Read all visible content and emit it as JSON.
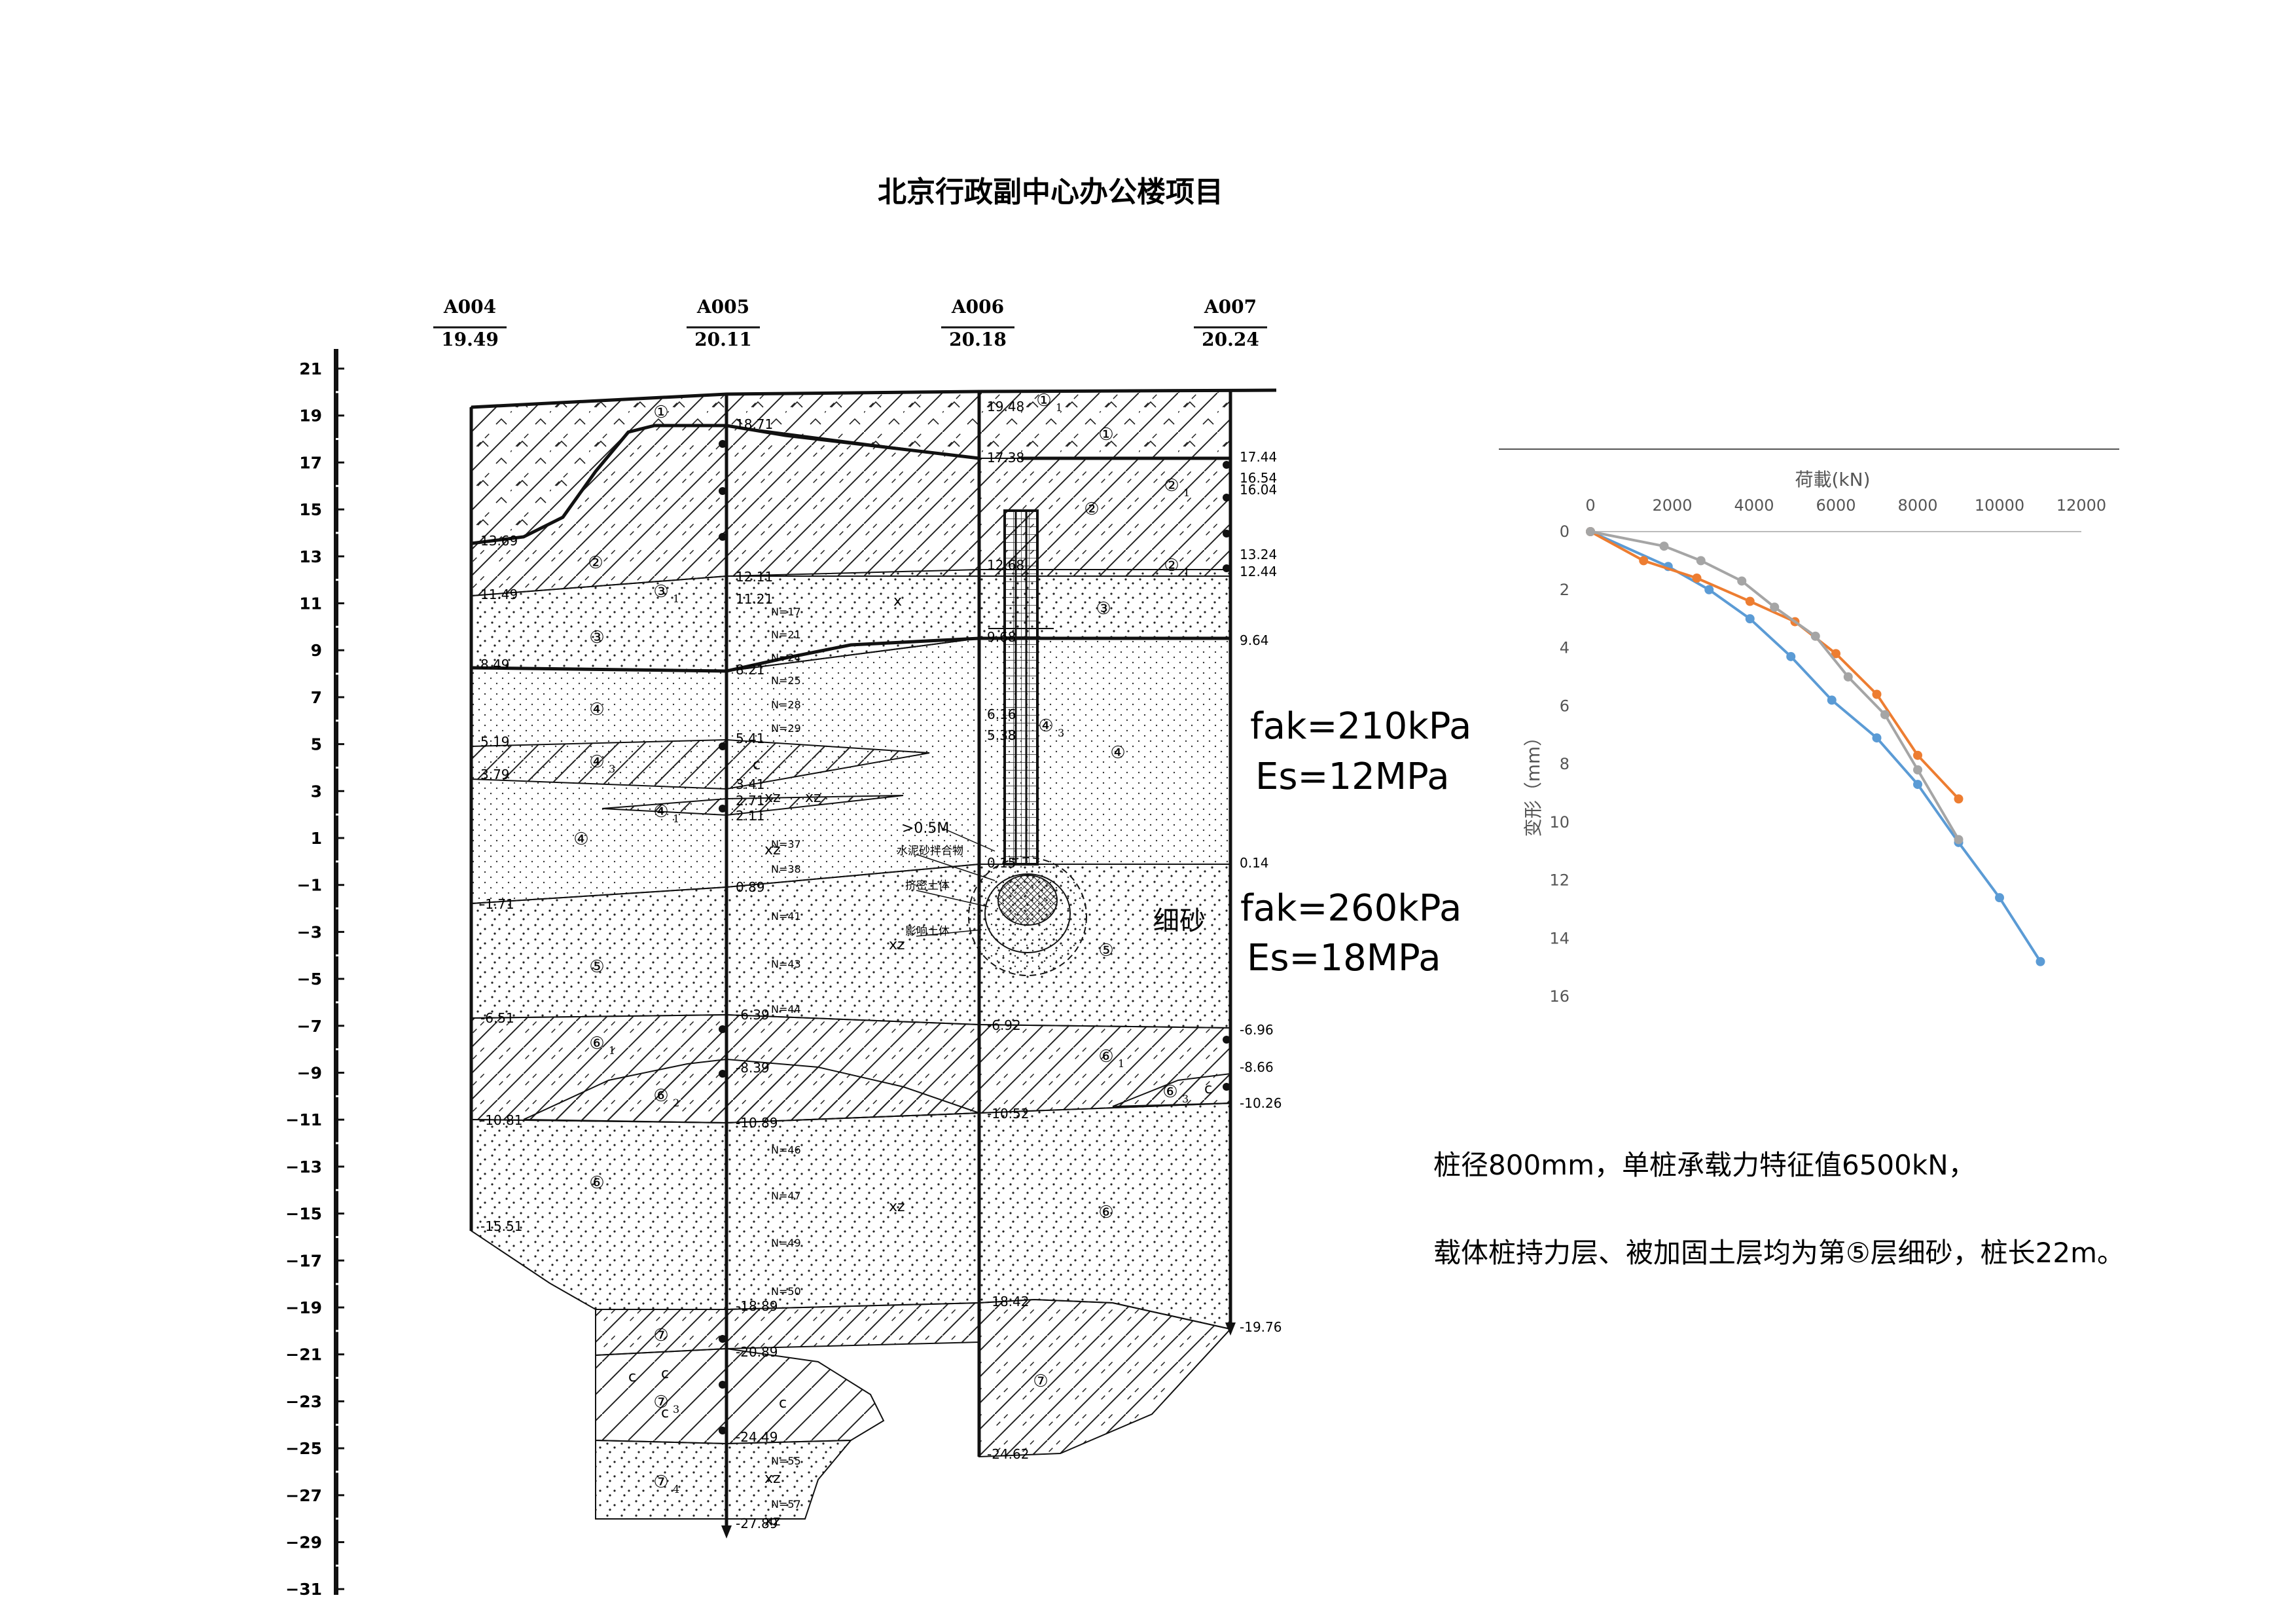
{
  "title": "北京行政副中心办公楼项目",
  "boreholes": [
    {
      "name": "A004",
      "elev": "19.49"
    },
    {
      "name": "A005",
      "elev": "20.11"
    },
    {
      "name": "A006",
      "elev": "20.18"
    },
    {
      "name": "A007",
      "elev": "20.24"
    }
  ],
  "scale_labels": [
    "21",
    "19",
    "17",
    "15",
    "13",
    "11",
    "9",
    "7",
    "5",
    "3",
    "1",
    "−1",
    "−3",
    "−5",
    "−7",
    "−9",
    "−11",
    "−13",
    "−15",
    "−17",
    "−19",
    "−21",
    "−23",
    "−25",
    "−27",
    "−29",
    "−31"
  ],
  "depth_labels": {
    "a004": [
      "13.69",
      "11.49",
      "8.49",
      "5.19",
      "3.79",
      "-1.71",
      "-6.51",
      "-10.81",
      "-15.51"
    ],
    "a005": [
      "18.71",
      "12.11",
      "11.21",
      "8.21",
      "5.41",
      "3.41",
      "2.71",
      "2.11",
      "0.89",
      "-6.39",
      "-8.39",
      "-10.89",
      "-18.89",
      "-20.89",
      "-24.49",
      "-27.89"
    ],
    "a006": [
      "19.48",
      "17.38",
      "12.68",
      "9.68",
      "6.16",
      "5.38",
      "0.15",
      "-6.92",
      "-10.52",
      "-18.42",
      "-24.62"
    ],
    "a007": [
      "17.44",
      "16.54",
      "16.04",
      "13.24",
      "12.44",
      "9.64",
      "0.14",
      "-6.96",
      "-8.66",
      "-10.26",
      "-19.76"
    ]
  },
  "n_values": [
    "N=17",
    "N=21",
    "N=24",
    "N=25",
    "N=28",
    "N=29",
    "N=37",
    "N=38",
    "N=41",
    "N=43",
    "N=44",
    "N=46",
    "N=47",
    "N=49",
    "N=50",
    "N=55",
    "N=57"
  ],
  "layer_labels": {
    "l1": "①",
    "l1_1": "①",
    "l2": "②",
    "l2_1": "②",
    "l3": "③",
    "l3_1": "③",
    "l4": "④",
    "l4_1": "④",
    "l4_3": "④",
    "l5": "⑤",
    "l6": "⑥",
    "l6_1": "⑥",
    "l6_2": "⑥",
    "l6_3": "⑥",
    "l7": "⑦",
    "l7_3": "⑦",
    "l7_4": "⑦",
    "sub1": "1",
    "sub2": "2",
    "sub3": "3",
    "sub4": "4"
  },
  "soil_marks": {
    "x": "x",
    "xz": "xz",
    "c": "c",
    "fine_sand": "细砂"
  },
  "pile_notes": {
    "gt": ">0.5M",
    "n1": "水泥砂拌合物",
    "n2": "挤密土体",
    "n3": "影响土体"
  },
  "params": {
    "fak1": "fak=210kPa",
    "es1": "Es=12MPa",
    "fak2": "fak=260kPa",
    "es2": "Es=18MPa"
  },
  "description": {
    "line1": "桩径800mm，单桩承载力特征值6500kN，",
    "line2": "载体桩持力层、被加固土层均为第⑤层细砂，桩长22m。"
  },
  "chart_data": {
    "type": "line",
    "title": "",
    "xlabel": "荷載(kN)",
    "ylabel": "变形（mm）",
    "xlim": [
      0,
      12000
    ],
    "ylim": [
      0,
      16
    ],
    "y_inverted": true,
    "x_axis_position": "top",
    "x_ticks": [
      "0",
      "2000",
      "4000",
      "6000",
      "8000",
      "10000",
      "12000"
    ],
    "y_ticks": [
      "0",
      "2",
      "4",
      "6",
      "8",
      "10",
      "12",
      "14",
      "16"
    ],
    "grid": false,
    "series": [
      {
        "color": "#5B9BD5",
        "x": [
          0,
          1900,
          2900,
          3900,
          4900,
          5900,
          7000,
          8000,
          9000,
          10000,
          11000
        ],
        "y": [
          0,
          1.2,
          2.0,
          3.0,
          4.3,
          5.8,
          7.1,
          8.7,
          10.7,
          12.6,
          14.8
        ]
      },
      {
        "color": "#ED7D31",
        "x": [
          0,
          1300,
          2600,
          3900,
          5000,
          6000,
          7000,
          8000,
          9000
        ],
        "y": [
          0,
          1.0,
          1.6,
          2.4,
          3.1,
          4.2,
          5.6,
          7.7,
          9.2
        ]
      },
      {
        "color": "#A5A5A5",
        "x": [
          0,
          1800,
          2700,
          3700,
          4500,
          5500,
          6300,
          7200,
          8000,
          9000
        ],
        "y": [
          0,
          0.5,
          1.0,
          1.7,
          2.6,
          3.6,
          5.0,
          6.3,
          8.2,
          10.6
        ]
      }
    ]
  }
}
